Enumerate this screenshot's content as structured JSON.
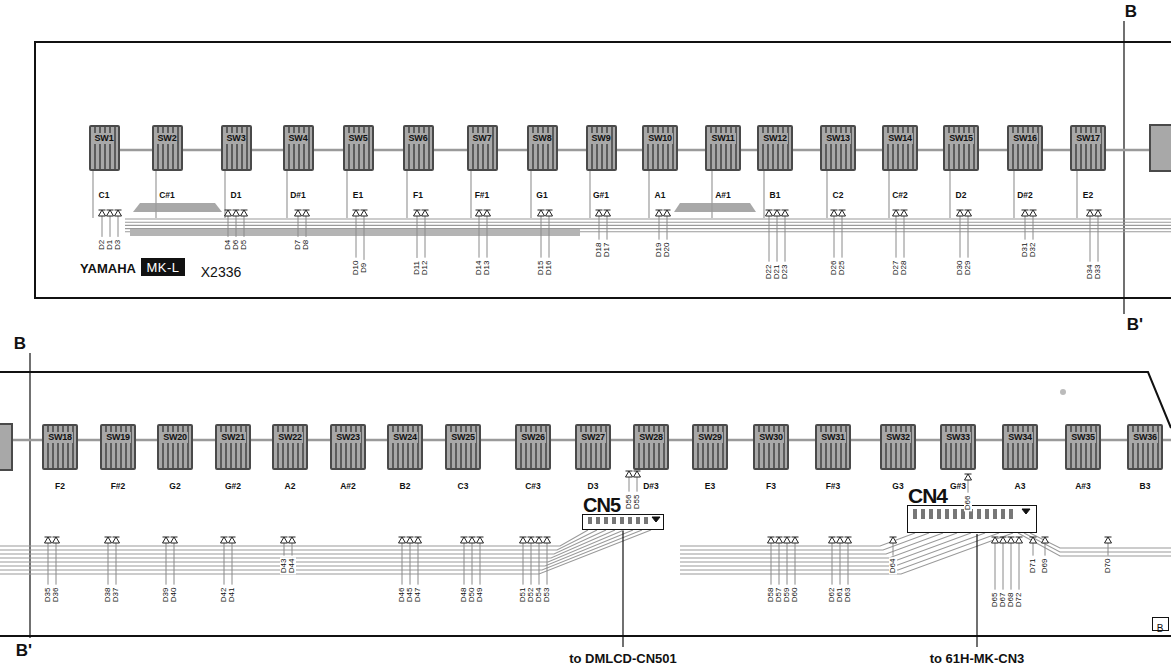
{
  "diagram": {
    "nodes": [
      {
        "text": [
          "SW1"
        ]
      },
      {
        "text": [
          "SW2"
        ]
      },
      {
        "text": [
          "SW3"
        ]
      },
      {
        "text": [
          "SW4"
        ]
      },
      {
        "text": [
          "SW5"
        ]
      },
      {
        "text": [
          "SW6"
        ]
      },
      {
        "text": [
          "SW7"
        ]
      },
      {
        "text": [
          "SW8"
        ]
      },
      {
        "text": [
          "SW9"
        ]
      },
      {
        "text": [
          "SW10"
        ]
      },
      {
        "text": [
          "SW11"
        ]
      },
      {
        "text": [
          "SW12"
        ]
      },
      {
        "text": [
          "SW13"
        ]
      },
      {
        "text": [
          "SW14"
        ]
      },
      {
        "text": [
          "SW15"
        ]
      },
      {
        "text": [
          "SW16"
        ]
      },
      {
        "text": [
          "SW17"
        ]
      },
      {
        "text": [
          "MK-L"
        ]
      },
      {
        "text": [
          "SW18"
        ]
      },
      {
        "text": [
          "SW19"
        ]
      },
      {
        "text": [
          "SW20"
        ]
      },
      {
        "text": [
          "SW21"
        ]
      },
      {
        "text": [
          "SW22"
        ]
      },
      {
        "text": [
          "SW23"
        ]
      },
      {
        "text": [
          "SW24"
        ]
      },
      {
        "text": [
          "SW25"
        ]
      },
      {
        "text": [
          "SW26"
        ]
      },
      {
        "text": [
          "SW27"
        ]
      },
      {
        "text": [
          "SW28"
        ]
      },
      {
        "text": [
          "SW29"
        ]
      },
      {
        "text": [
          "SW30"
        ]
      },
      {
        "text": [
          "SW31"
        ]
      },
      {
        "text": [
          "SW32"
        ]
      },
      {
        "text": [
          "SW33"
        ]
      },
      {
        "text": [
          "SW34"
        ]
      },
      {
        "text": [
          "SW35"
        ]
      },
      {
        "text": [
          "SW36"
        ]
      },
      {
        "text": [
          "CN5"
        ]
      },
      {
        "text": [
          "CN4"
        ]
      },
      {
        "text": [
          "B"
        ]
      }
    ],
    "labels": [
      "B",
      "B'",
      "C1",
      "C#1",
      "D1",
      "D#1",
      "E1",
      "F1",
      "F#1",
      "G1",
      "G#1",
      "A1",
      "A#1",
      "B1",
      "C2",
      "C#2",
      "D2",
      "D#2",
      "E2",
      "D2",
      "D1",
      "D3",
      "D4",
      "D6",
      "D5",
      "D7",
      "D8",
      "D10",
      "D9",
      "D11",
      "D12",
      "D14",
      "D13",
      "D15",
      "D16",
      "D18",
      "D17",
      "D19",
      "D20",
      "D22",
      "D21",
      "D23",
      "D26",
      "D25",
      "D27",
      "D28",
      "D30",
      "D29",
      "D31",
      "D32",
      "D34",
      "D33",
      "YAMAHA",
      "X2336",
      "B",
      "B'",
      "F2",
      "F#2",
      "G2",
      "G#2",
      "A2",
      "A#2",
      "B2",
      "C3",
      "C#3",
      "D3",
      "D#3",
      "E3",
      "F3",
      "F#3",
      "G3",
      "G#3",
      "A3",
      "A#3",
      "B3",
      "D35",
      "D36",
      "D38",
      "D37",
      "D39",
      "D40",
      "D42",
      "D41",
      "D43",
      "D44",
      "D46",
      "D45",
      "D47",
      "D48",
      "D50",
      "D49",
      "D51",
      "D52",
      "D54",
      "D53",
      "D56",
      "D55",
      "D58",
      "D57",
      "D59",
      "D60",
      "D62",
      "D61",
      "D63",
      "D64",
      "D66",
      "D65",
      "D67",
      "D68",
      "D72",
      "D71",
      "D69",
      "D70",
      "to DMLCD-CN501",
      "to 61H-MK-CN3"
    ]
  }
}
